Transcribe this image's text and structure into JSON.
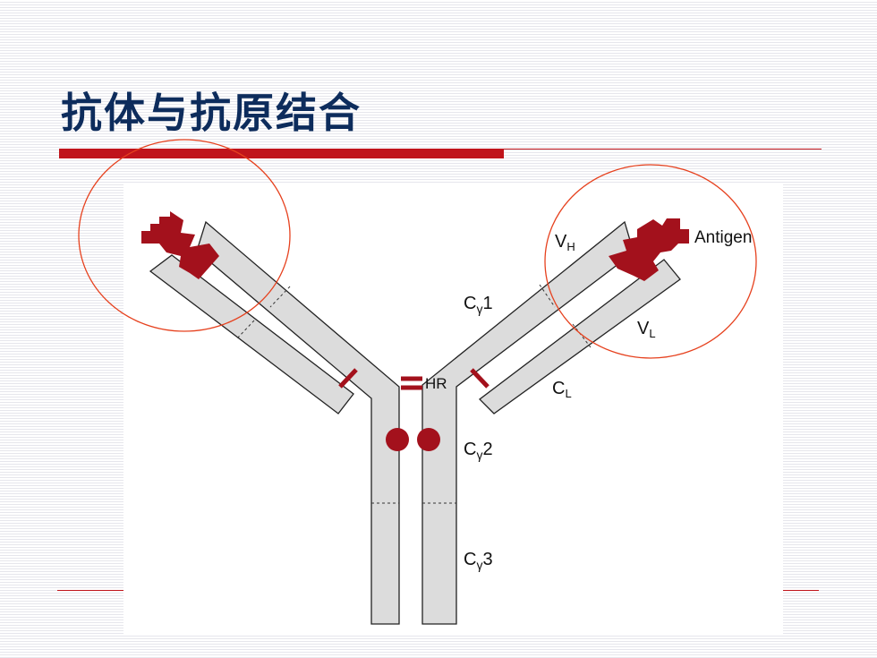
{
  "slide": {
    "title": "抗体与抗原结合"
  },
  "diagram": {
    "labels": {
      "vh_main": "V",
      "vh_sub": "H",
      "antigen": "Antigen",
      "cg1_main": "C",
      "cg1_gamma": "γ",
      "cg1_num": "1",
      "vl_main": "V",
      "vl_sub": "L",
      "hr": "HR",
      "cl_main": "C",
      "cl_sub": "L",
      "cg2_main": "C",
      "cg2_gamma": "γ",
      "cg2_num": "2",
      "cg3_main": "C",
      "cg3_gamma": "γ",
      "cg3_num": "3"
    },
    "colors": {
      "antigen": "#a3111c",
      "chain_fill": "#dcdcdc",
      "highlight_circle": "#e6411e",
      "accent_red": "#c0141b",
      "title": "#0d2c5c"
    }
  }
}
